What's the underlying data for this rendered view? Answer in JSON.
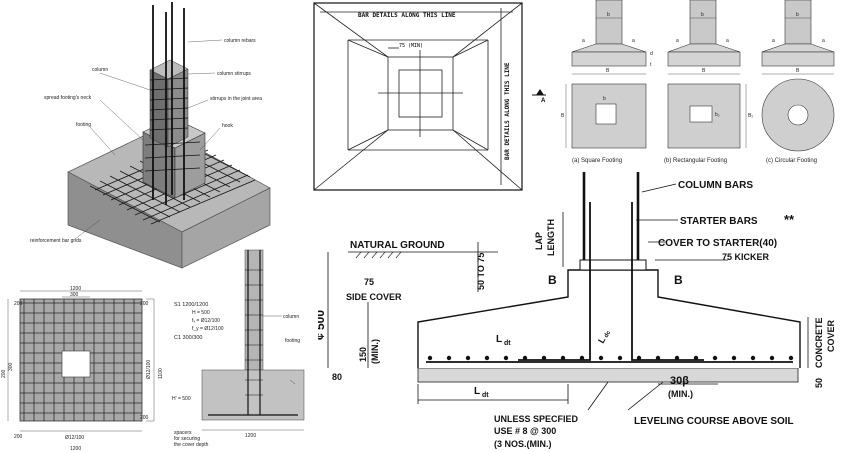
{
  "iso_labels": {
    "column_rebars": "column rebars",
    "column": "column",
    "column_stirrups": "column stirrups",
    "spread_neck": "spread footing's neck",
    "stirrups_joint": "stirrups in the joint area",
    "footing": "footing",
    "hook": "hook",
    "reinforcement": "reinforcement bar grids"
  },
  "plan_view": {
    "title": "BAR DETAILS ALONG THIS LINE",
    "side_title": "BAR DETAILS ALONG THIS LINE",
    "min_dim": "75 (MIN)"
  },
  "section_marker": "A",
  "footing_types": {
    "b": "b",
    "a": "a",
    "d": "d",
    "t": "t",
    "B": "B",
    "B2": "B₂",
    "b2": "b₂",
    "square_caption": "(a) Square Footing",
    "rect_caption": "(b) Rectangular Footing",
    "circular_caption": "(c) Circular Footing"
  },
  "grid_plan": {
    "dim_1200": "1200",
    "dim_300": "300",
    "dim_200_tl": "200",
    "dim_200_tr": "200",
    "dim_200_bl": "200",
    "dim_200_br": "200",
    "dim_1100": "1100",
    "dim_300_left": "300",
    "dim_200_left": "200",
    "vert_spec": "Ø12/100",
    "bottom_spec": "Ø12/100",
    "bottom_dim": "1200"
  },
  "section_schedule": {
    "s1": "S1 1200/1200",
    "h": "H = 500",
    "bx": "fₓ = Ø12/100",
    "by": "f_y = Ø12/100",
    "c1": "C1 300/300",
    "column": "column",
    "footing": "footing",
    "h_prime": "H' = 500",
    "dim_1200": "1200",
    "spacers": "spacers",
    "spacers2": "for securing",
    "spacers3": "the cover depth"
  },
  "detail": {
    "column_bars": "COLUMN BARS",
    "starter_bars": "STARTER BARS",
    "stars": "**",
    "lap": "LAP",
    "length": "LENGTH",
    "cover_to_starter": "COVER TO STARTER(40)",
    "kicker": "75 KICKER",
    "natural_ground": "NATURAL GROUND",
    "fifty_to_75": "50 TO 75",
    "b_left": "B",
    "b_right": "B",
    "seventy_five": "75",
    "side_cover": "SIDE COVER",
    "five_hundred": "¢ 500",
    "one_fifty": "150",
    "min": "(MIN.)",
    "ldt_top": "L",
    "ldt_top_sub": "dt",
    "ldc": "L",
    "ldc_sub": "dc",
    "concrete": "CONCRETE",
    "cover": "COVER",
    "fifty": "50",
    "eighty": "80",
    "ldt_bottom": "L",
    "ldt_bottom_sub": "dt",
    "thirty_phi": "30β",
    "min2": "(MIN.)",
    "unless": "UNLESS SPECFIED",
    "use": "USE # 8 @ 300",
    "nos": "(3 NOS.(MIN.)",
    "leveling": "LEVELING COURSE ABOVE SOIL"
  }
}
